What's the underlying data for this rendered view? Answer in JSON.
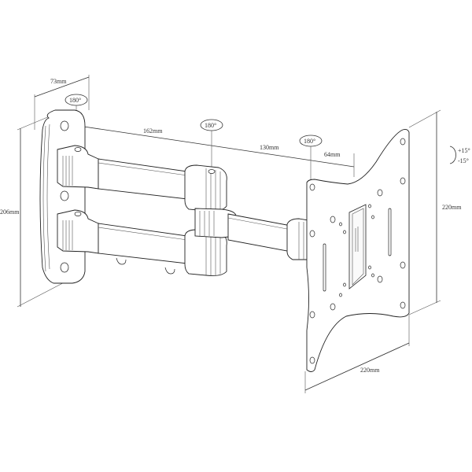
{
  "diagram": {
    "subject": "TV wall mount bracket with articulating double arm",
    "line_color": "#333333",
    "background": "#ffffff",
    "dimensions": {
      "wall_plate_depth": "73mm",
      "wall_plate_height": "206mm",
      "arm_segment_1": "162mm",
      "arm_segment_2": "130mm",
      "arm_segment_3": "64mm",
      "vesa_plate_height": "220mm",
      "vesa_plate_width": "220mm"
    },
    "rotations": {
      "wall_pivot": "180°",
      "middle_pivot": "180°",
      "head_pivot": "180°"
    },
    "tilt": {
      "up": "+15°",
      "down": "-15°"
    }
  }
}
